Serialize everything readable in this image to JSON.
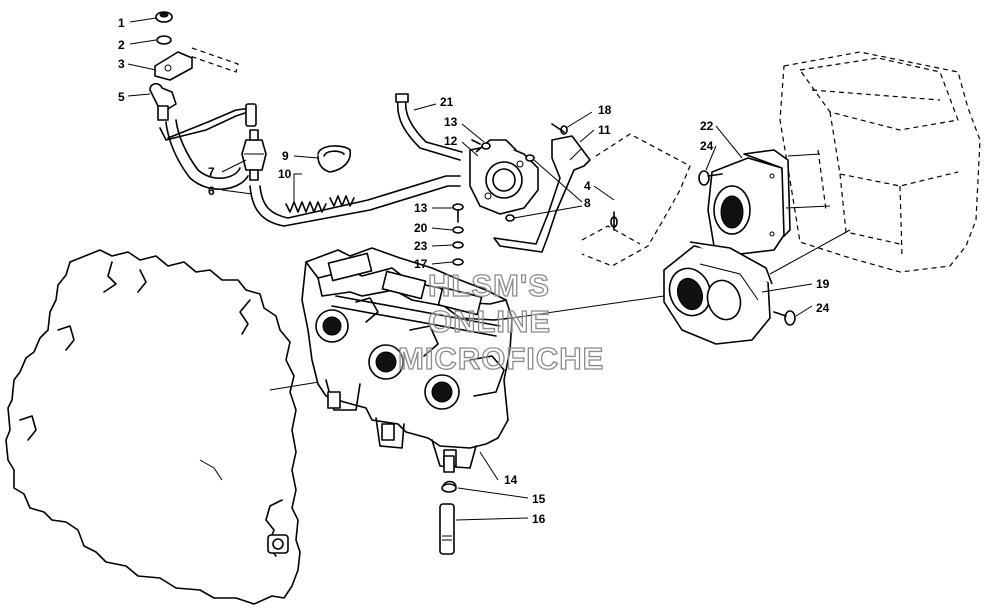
{
  "watermark": {
    "line1": "HLSM'S",
    "line2": "ONLINE",
    "line3": "MICROFICHE",
    "color": "#8a8a8a"
  },
  "callouts": [
    {
      "id": "c1",
      "label": "1"
    },
    {
      "id": "c2",
      "label": "2"
    },
    {
      "id": "c3",
      "label": "3"
    },
    {
      "id": "c5",
      "label": "5"
    },
    {
      "id": "c7",
      "label": "7"
    },
    {
      "id": "c6",
      "label": "6"
    },
    {
      "id": "c9",
      "label": "9"
    },
    {
      "id": "c10",
      "label": "10"
    },
    {
      "id": "c21",
      "label": "21"
    },
    {
      "id": "c13a",
      "label": "13"
    },
    {
      "id": "c12",
      "label": "12"
    },
    {
      "id": "c18",
      "label": "18"
    },
    {
      "id": "c11",
      "label": "11"
    },
    {
      "id": "c4",
      "label": "4"
    },
    {
      "id": "c8",
      "label": "8"
    },
    {
      "id": "c13b",
      "label": "13"
    },
    {
      "id": "c20",
      "label": "20"
    },
    {
      "id": "c23",
      "label": "23"
    },
    {
      "id": "c17",
      "label": "17"
    },
    {
      "id": "c22",
      "label": "22"
    },
    {
      "id": "c24a",
      "label": "24"
    },
    {
      "id": "c19",
      "label": "19"
    },
    {
      "id": "c24b",
      "label": "24"
    },
    {
      "id": "c14",
      "label": "14"
    },
    {
      "id": "c15",
      "label": "15"
    },
    {
      "id": "c16",
      "label": "16"
    }
  ]
}
